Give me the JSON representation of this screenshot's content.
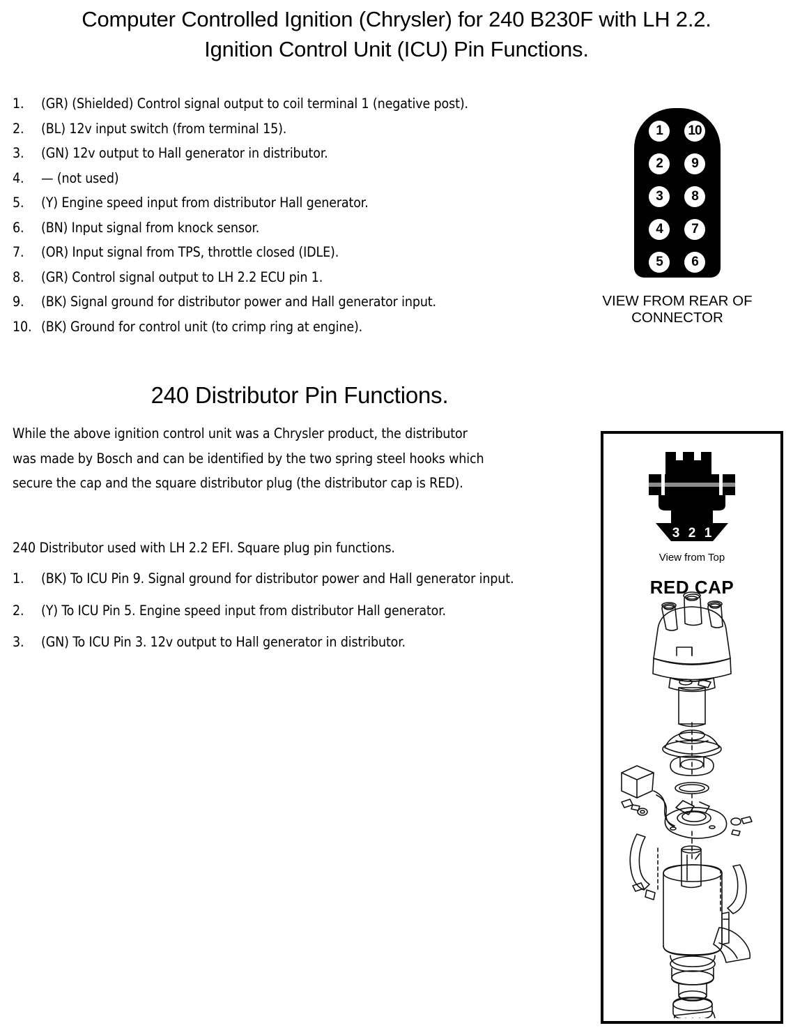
{
  "document": {
    "title_line1": "Computer Controlled Ignition (Chrysler) for 240 B230F with LH 2.2.",
    "title_line2": "Ignition Control Unit (ICU) Pin Functions."
  },
  "icu_pin_list": [
    {
      "num": "1.",
      "text": "(GR) (Shielded) Control signal output to coil terminal 1 (negative post)."
    },
    {
      "num": "2.",
      "text": "(BL) 12v input switch (from terminal 15)."
    },
    {
      "num": "3.",
      "text": "(GN) 12v output to Hall generator in distributor."
    },
    {
      "num": "4.",
      "text": "— (not used)"
    },
    {
      "num": "5.",
      "text": "(Y) Engine speed input from distributor Hall generator."
    },
    {
      "num": "6.",
      "text": "(BN) Input signal from knock sensor."
    },
    {
      "num": "7.",
      "text": "(OR) Input signal from TPS, throttle closed (IDLE)."
    },
    {
      "num": "8.",
      "text": "(GR) Control signal output to LH 2.2 ECU pin 1."
    },
    {
      "num": "9.",
      "text": "(BK) Signal ground for distributor power and Hall generator input."
    },
    {
      "num": "10.",
      "text": "(BK) Ground for control unit (to crimp ring at engine)."
    }
  ],
  "connector": {
    "pins_left": [
      "1",
      "2",
      "3",
      "4",
      "5"
    ],
    "pins_right": [
      "10",
      "9",
      "8",
      "7",
      "6"
    ],
    "caption_line1": "VIEW FROM REAR OF",
    "caption_line2": "CONNECTOR",
    "body_color": "#000000",
    "pin_color": "#ffffff"
  },
  "section2": {
    "heading": "240 Distributor Pin Functions.",
    "paragraph_lines": [
      "While the above ignition control unit was a Chrysler product, the distributor",
      "was made by Bosch and can be identified by the two spring steel hooks which",
      "secure the cap and the square distributor plug (the distributor cap is RED)."
    ],
    "lead_in": "240 Distributor used with LH 2.2 EFI. Square plug pin functions.",
    "plug_pin_list": [
      {
        "num": "1.",
        "text": "(BK) To ICU Pin 9. Signal ground for distributor power and Hall generator input."
      },
      {
        "num": "2.",
        "text": "(Y) To ICU Pin 5. Engine speed input from distributor Hall generator."
      },
      {
        "num": "3.",
        "text": "(GN) To ICU Pin 3. 12v output to Hall generator in distributor."
      }
    ]
  },
  "distributor_figure": {
    "plug_pin_labels": [
      "3",
      "2",
      "1"
    ],
    "plug_caption": "View from Top",
    "red_cap_label": "RED CAP",
    "frame_color": "#000000"
  }
}
